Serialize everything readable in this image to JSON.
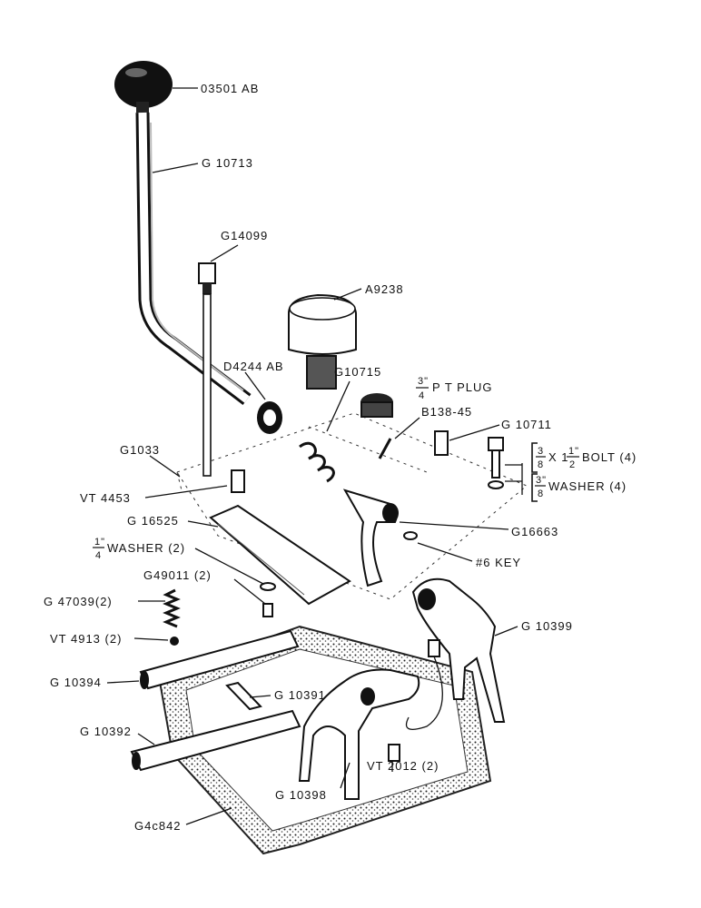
{
  "labels": {
    "knob": "03501 AB",
    "lever": "G 10713",
    "rod": "G14099",
    "cap": "A9238",
    "bushing": "D4244 AB",
    "spring": "G10715",
    "pt_plug_frac": "3\"",
    "pt_plug_den": "4",
    "pt_plug_text": "P T PLUG",
    "pin_b138": "B138-45",
    "pin_g10711": "G 10711",
    "housing": "G1033",
    "bolt_num": "3",
    "bolt_den": "8",
    "bolt_mid": "X 1",
    "bolt_num2": "1\"",
    "bolt_den2": "2",
    "bolt_text": "BOLT (4)",
    "washer_num": "3\"",
    "washer_den": "8",
    "washer_text": "WASHER (4)",
    "vt4453": "VT 4453",
    "g16525": "G 16525",
    "g16663": "G16663",
    "small_washer_num": "1\"",
    "small_washer_den": "4",
    "small_washer_text": "WASHER (2)",
    "key": "#6 KEY",
    "g49011": "G49011 (2)",
    "g47039": "G 47039(2)",
    "g10399": "G 10399",
    "vt4913": "VT 4913 (2)",
    "g10394": "G 10394",
    "g10391": "G 10391",
    "g10392": "G 10392",
    "vt2012": "VT 2012 (2)",
    "g10398": "G 10398",
    "gasket": "G4c842"
  }
}
